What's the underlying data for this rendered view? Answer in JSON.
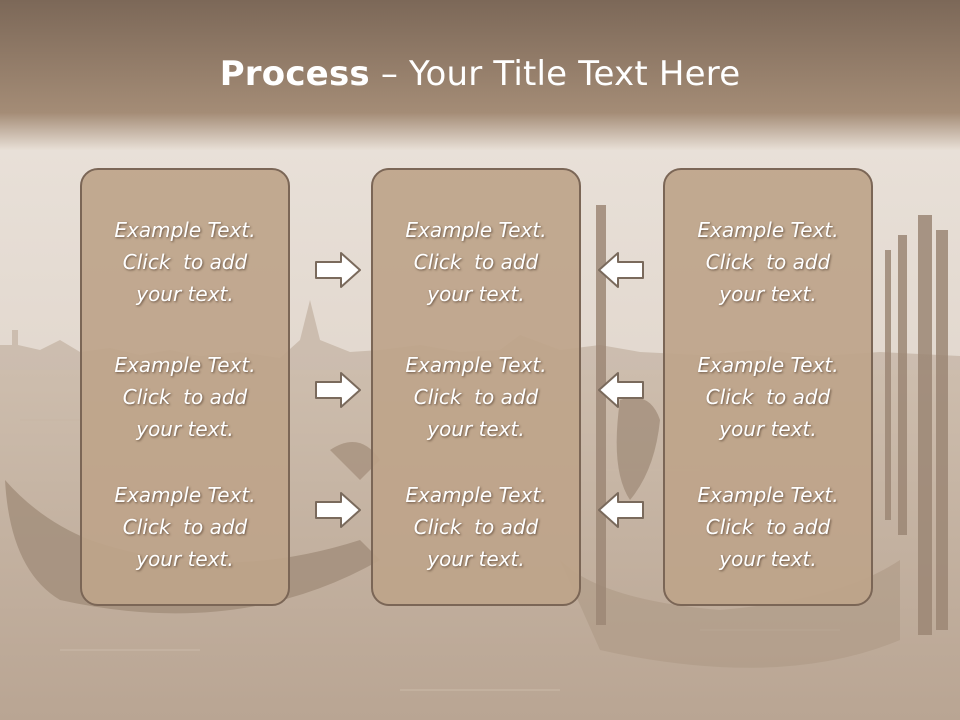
{
  "title": {
    "bold": "Process",
    "rest": " – Your Title Text Here"
  },
  "columns": [
    {
      "items": [
        {
          "line1": "Example Text.",
          "line2": "Click  to add",
          "line3": "your text."
        },
        {
          "line1": "Example Text.",
          "line2": "Click  to add",
          "line3": "your text."
        },
        {
          "line1": "Example Text.",
          "line2": "Click  to add",
          "line3": "your text."
        }
      ]
    },
    {
      "items": [
        {
          "line1": "Example Text.",
          "line2": "Click  to add",
          "line3": "your text."
        },
        {
          "line1": "Example Text.",
          "line2": "Click  to add",
          "line3": "your text."
        },
        {
          "line1": "Example Text.",
          "line2": "Click  to add",
          "line3": "your text."
        }
      ]
    },
    {
      "items": [
        {
          "line1": "Example Text.",
          "line2": "Click  to add",
          "line3": "your text."
        },
        {
          "line1": "Example Text.",
          "line2": "Click  to add",
          "line3": "your text."
        },
        {
          "line1": "Example Text.",
          "line2": "Click  to add",
          "line3": "your text."
        }
      ]
    }
  ],
  "arrows": {
    "left_group": "right-arrow-icon",
    "right_group": "left-arrow-icon"
  },
  "colors": {
    "header": "#7f6b5b",
    "box_fill": "#bea48a",
    "box_border": "#7b6656"
  }
}
